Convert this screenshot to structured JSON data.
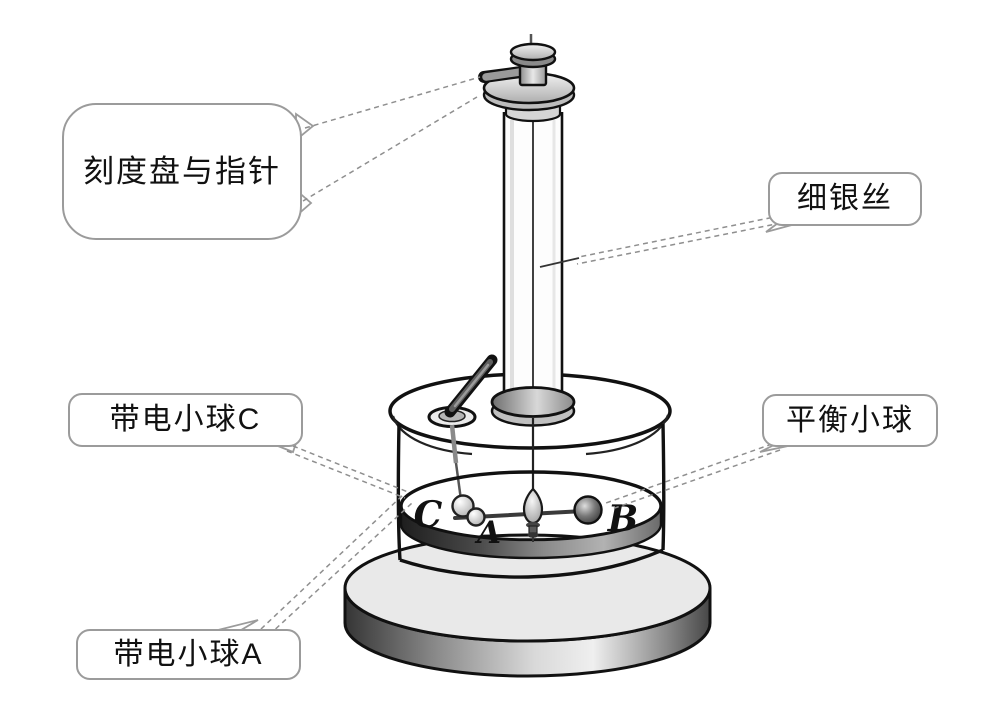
{
  "labels": {
    "dial_pointer": "刻度盘与指针",
    "silver_wire": "细银丝",
    "charged_ball_c": "带电小球C",
    "balance_ball": "平衡小球",
    "charged_ball_a": "带电小球A"
  },
  "markers": {
    "ball_c": "C",
    "ball_a": "A",
    "ball_b": "B"
  },
  "colors": {
    "background": "#ffffff",
    "outline": "#111111",
    "bubble_border": "#9b9b9b",
    "label_text": "#111111",
    "leader_line": "#8f8f8f",
    "base_top": "#e9e9e9",
    "metal_mid": "#b5b5b5",
    "band_dark": "#1e1e1e"
  }
}
